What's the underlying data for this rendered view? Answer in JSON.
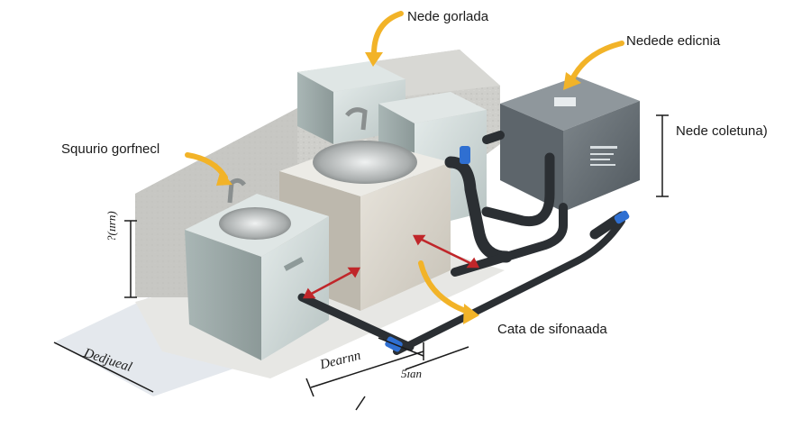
{
  "labels": {
    "top_center": "Nede gorlada",
    "top_right": "Nedede edicnia",
    "right": "Nede coletuna)",
    "left": "Squurio gorfnecl",
    "bottom_right": "Cata de sifonaada"
  },
  "dimensions": {
    "vertical_left": "?(ɪɪrn)",
    "bottom_left": "Dedjueal",
    "bottom_mid": "Dearnn",
    "bottom_small": "5ɪan"
  },
  "colors": {
    "arrow_yellow": "#f2b328",
    "cabinet": "#cfd8d8",
    "pipe": "#2b2f33",
    "fitting_blue": "#2f6fd1",
    "arrow_red": "#c0262a",
    "concrete": "#c9c9c6"
  }
}
